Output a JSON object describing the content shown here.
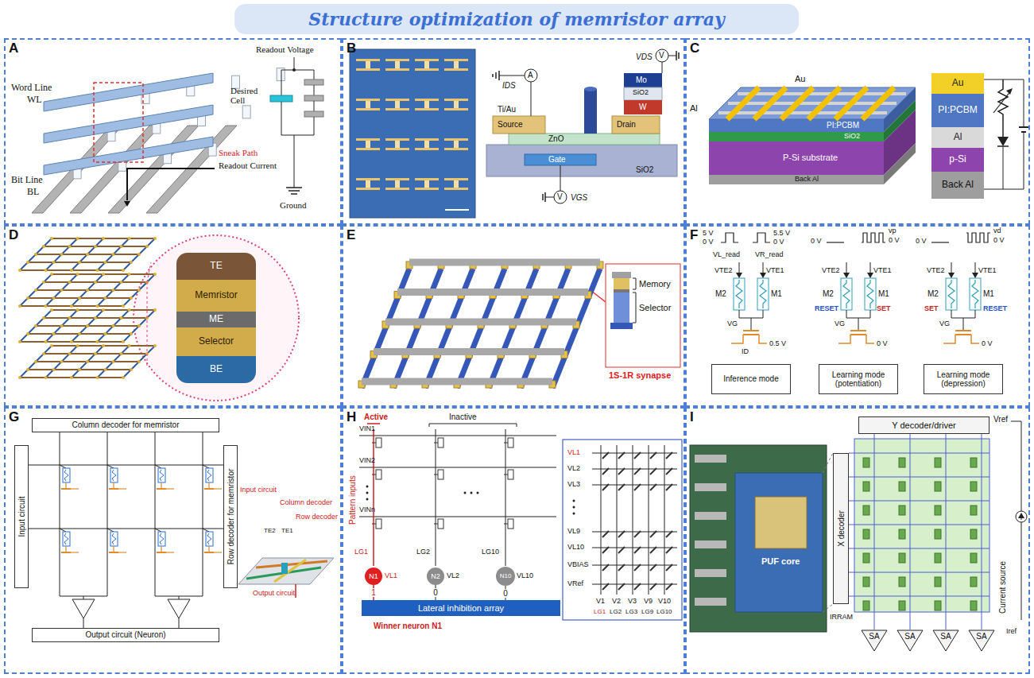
{
  "diagram": {
    "title": "Structure optimization of memristor array",
    "nodes": [
      {
        "text": [
          "A"
        ]
      },
      {
        "text": [
          "B"
        ]
      },
      {
        "text": [
          "C"
        ]
      },
      {
        "text": [
          "D"
        ]
      },
      {
        "text": [
          "E"
        ]
      },
      {
        "text": [
          "F"
        ]
      },
      {
        "text": [
          "G"
        ]
      },
      {
        "text": [
          "H"
        ]
      },
      {
        "text": [
          "I"
        ]
      },
      {
        "text": [
          "Au"
        ],
        "in": 2
      },
      {
        "text": [
          "PI:PCBM"
        ],
        "in": 2
      },
      {
        "text": [
          "Al"
        ],
        "in": 2
      },
      {
        "text": [
          "p-Si"
        ],
        "in": 2
      },
      {
        "text": [
          "Back Al"
        ],
        "in": 2
      },
      {
        "text": [
          "TE"
        ],
        "in": 3
      },
      {
        "text": [
          "Memristor"
        ],
        "in": 3
      },
      {
        "text": [
          "ME"
        ],
        "in": 3
      },
      {
        "text": [
          "Selector"
        ],
        "in": 3
      },
      {
        "text": [
          "BE"
        ],
        "in": 3
      },
      {
        "text": [
          "Inference mode"
        ],
        "in": 5
      },
      {
        "text": [
          "Learning mode (potentiation)"
        ],
        "in": 5
      },
      {
        "text": [
          "Learning mode (depression)"
        ],
        "in": 5
      },
      {
        "text": [
          "Column decoder for memristor"
        ],
        "in": 6
      },
      {
        "text": [
          "Input circuit"
        ],
        "in": 6
      },
      {
        "text": [
          "Row decoder for memristor"
        ],
        "in": 6
      },
      {
        "text": [
          "Output circuit (Neuron)"
        ],
        "in": 6
      },
      {
        "text": [
          "N1"
        ],
        "in": 7
      },
      {
        "text": [
          "N2"
        ],
        "in": 7
      },
      {
        "text": [
          "N10"
        ],
        "in": 7
      },
      {
        "text": [
          "Lateral inhibition array"
        ],
        "in": 7
      },
      {
        "text": [
          "Y decoder/driver"
        ],
        "in": 8
      },
      {
        "text": [
          "X decoder"
        ],
        "in": 8
      },
      {
        "text": [
          "SA"
        ],
        "in": 8
      },
      {
        "text": [
          "SA"
        ],
        "in": 8
      },
      {
        "text": [
          "SA"
        ],
        "in": 8
      },
      {
        "text": [
          "SA"
        ],
        "in": 8
      }
    ],
    "edges": [
      {
        "from": 26,
        "to": 29,
        "arrow": "none",
        "label": "1"
      },
      {
        "from": 27,
        "to": 29,
        "arrow": "none",
        "label": "0"
      },
      {
        "from": 28,
        "to": 29,
        "arrow": "none",
        "label": "0"
      }
    ],
    "labels": [
      "Word Line",
      "WL",
      "Bit Line",
      "BL",
      "Sneak Path",
      "Readout Current",
      "Readout Voltage",
      "Desired Cell",
      "Ground",
      "A",
      "IDS",
      "V",
      "VDS",
      "Ti/Au",
      "Source",
      "ZnO",
      "Drain",
      "Mo",
      "SiO2",
      "W",
      "Gate",
      "SiO2",
      "V",
      "VGS",
      "Au",
      "PI:PCBM",
      "SiO2",
      "Al",
      "P-Si substrate",
      "Back Al",
      "Memory",
      "Selector",
      "1S-1R synapse",
      "5 V",
      "0 V",
      "VL_read",
      "5.5 V",
      "0 V",
      "VR_read",
      "VTE2",
      "VTE1",
      "M2",
      "M1",
      "VG",
      "0.5 V",
      "ID",
      "0 V",
      "vp",
      "0 V",
      "VTE2",
      "VTE1",
      "M2",
      "M1",
      "RESET",
      "SET",
      "VG",
      "0 V",
      "0 V",
      "vd",
      "0 V",
      "VTE2",
      "VTE1",
      "M2",
      "M1",
      "SET",
      "RESET",
      "VG",
      "0 V",
      "Input circuit",
      "Column decoder",
      "Row decoder",
      "TE2",
      "TE1",
      "Output circuit",
      "Active",
      "Inactive",
      "Pattern inputs",
      "VIN1",
      "VIN2",
      "VINn",
      "LG1",
      "LG2",
      "LG10",
      "VL1",
      "VL2",
      "VL10",
      "Winner neuron N1",
      "VL1",
      "VL2",
      "VL3",
      "VL9",
      "VL10",
      "VBIAS",
      "VRef",
      "V1",
      "V2",
      "V3",
      "V9",
      "V10",
      "LG1",
      "LG2",
      "LG3",
      "LG9",
      "LG10",
      "PUF core",
      "Vref",
      "Current source",
      "IRRAM",
      "Iref"
    ]
  }
}
